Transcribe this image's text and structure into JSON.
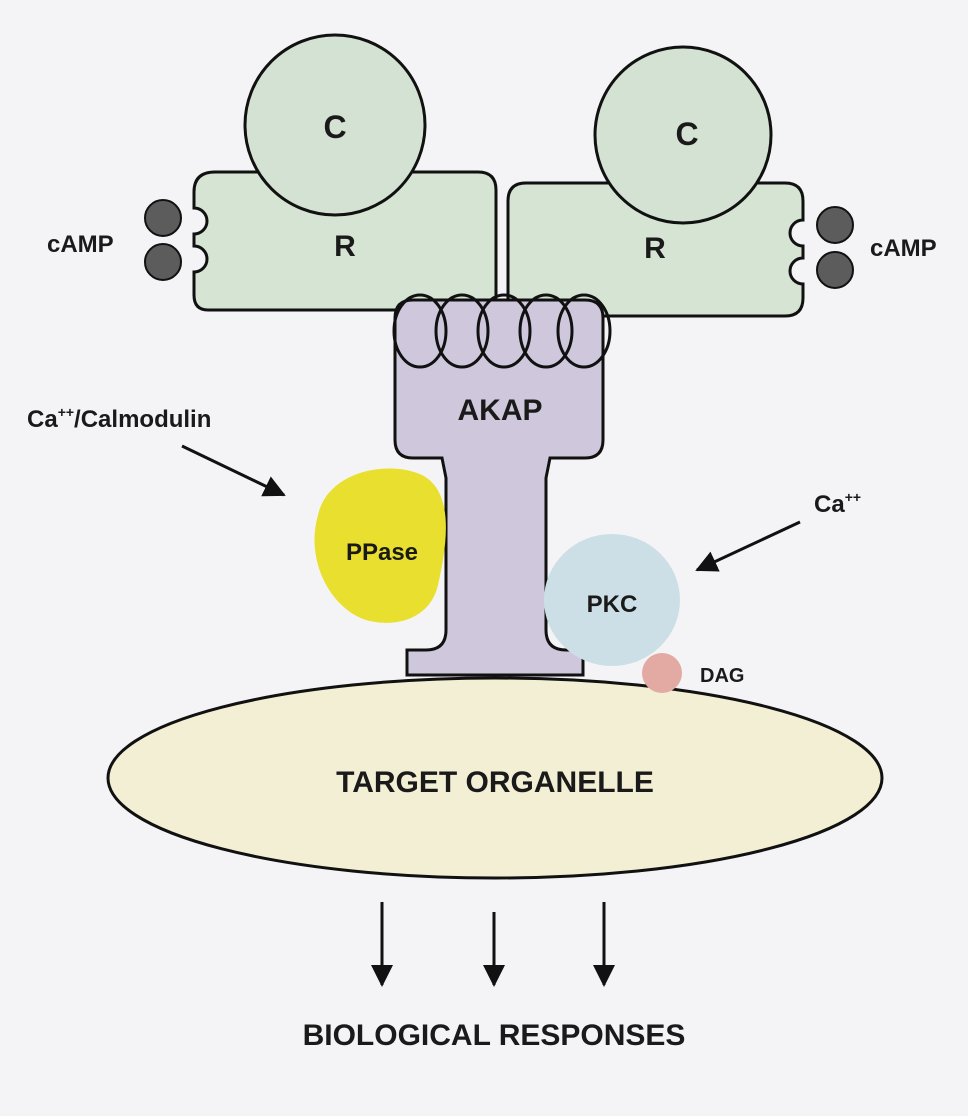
{
  "labels": {
    "catalytic_left": "C",
    "catalytic_right": "C",
    "regulatory_left": "R",
    "regulatory_right": "R",
    "camp_left": "cAMP",
    "camp_right": "cAMP",
    "akap": "AKAP",
    "calmodulin_base": "Ca",
    "calmodulin_sup": "++",
    "calmodulin_tail": "/Calmodulin",
    "calcium_base": "Ca",
    "calcium_sup": "++",
    "ppase": "PPase",
    "pkc": "PKC",
    "dag": "DAG",
    "organelle": "TARGET ORGANELLE",
    "responses": "BIOLOGICAL RESPONSES"
  },
  "colors": {
    "catalytic": "#d3e2d2",
    "regulatory": "#d6e4d4",
    "akap": "#cfc8dc",
    "ppase": "#e8df2e",
    "pkc": "#cddfe6",
    "dag": "#e2aaa2",
    "organelle": "#f3efd4",
    "camp": "#5c5c5c"
  }
}
